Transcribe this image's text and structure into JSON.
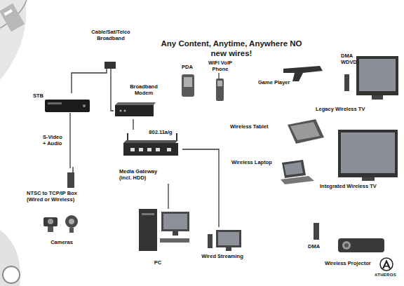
{
  "diagram": {
    "title": "Any Content, Anytime, Anywhere NO new wires!",
    "nodes": [
      {
        "text": [
          "Cable/Sat/Telco Broadband"
        ]
      },
      {
        "text": [
          "STB"
        ]
      },
      {
        "text": [
          "Broadband Modem"
        ]
      },
      {
        "text": [
          "802.11a/g",
          "Media Gateway (incl. HDD)"
        ]
      },
      {
        "text": [
          "NTSC to TCP/IP Box (Wired or Wireless)"
        ]
      },
      {
        "text": [
          "Cameras"
        ]
      },
      {
        "text": [
          "PC"
        ]
      },
      {
        "text": [
          "Wired Streaming"
        ]
      },
      {
        "text": [
          "PDA"
        ]
      },
      {
        "text": [
          "WiFi VoIP Phone"
        ]
      },
      {
        "text": [
          "Game Player"
        ]
      },
      {
        "text": [
          "DMA WDVD",
          "Legacy Wireless TV"
        ]
      },
      {
        "text": [
          "Wireless Tablet"
        ]
      },
      {
        "text": [
          "Wireless Laptop"
        ]
      },
      {
        "text": [
          "Integrated Wireless TV"
        ]
      },
      {
        "text": [
          "DMA",
          "Wireless Projector"
        ]
      }
    ],
    "edges": [
      {
        "from": 0,
        "to": 1,
        "arrow": "none"
      },
      {
        "from": 0,
        "to": 2,
        "arrow": "none"
      },
      {
        "from": 2,
        "to": 3,
        "arrow": "none"
      },
      {
        "from": 1,
        "to": 4,
        "label": "S-Video + Audio",
        "arrow": "none"
      },
      {
        "from": 3,
        "to": 6,
        "arrow": "none"
      },
      {
        "from": 3,
        "to": 7,
        "arrow": "none"
      }
    ],
    "labels": [
      "ATHEROS"
    ]
  }
}
